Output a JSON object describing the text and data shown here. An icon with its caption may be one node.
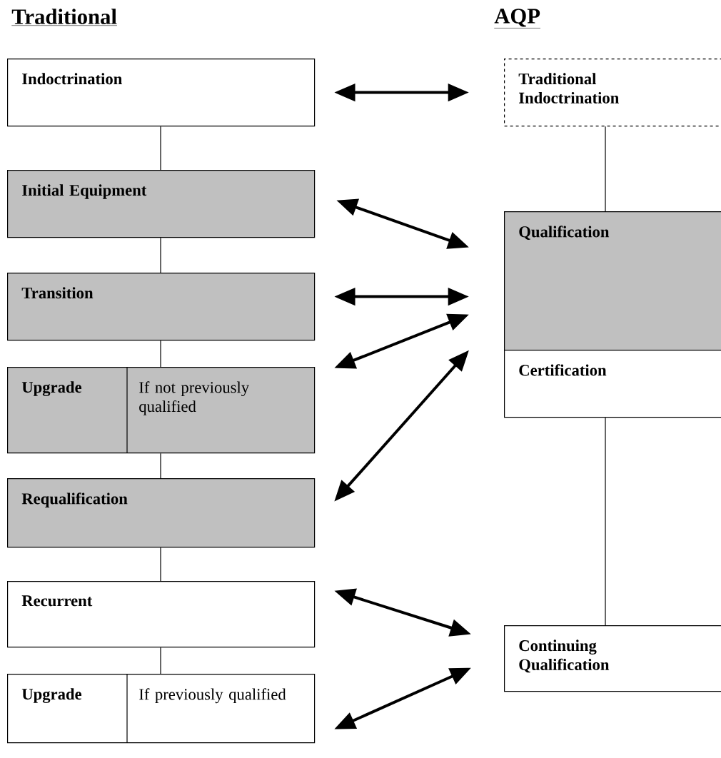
{
  "diagram": {
    "nodes": [
      {
        "text": [
          "Indoctrination"
        ]
      },
      {
        "text": [
          "Initial Equipment"
        ]
      },
      {
        "text": [
          "Transition"
        ]
      },
      {
        "text": [
          "Upgrade",
          "If not previously qualified"
        ]
      },
      {
        "text": [
          "Requalification"
        ]
      },
      {
        "text": [
          "Recurrent"
        ]
      },
      {
        "text": [
          "Upgrade",
          "If previously qualified"
        ]
      },
      {
        "text": [
          "Traditional Indoctrination"
        ]
      },
      {
        "text": [
          "Qualification"
        ]
      },
      {
        "text": [
          "Certification"
        ]
      },
      {
        "text": [
          "Continuing Qualification"
        ]
      }
    ],
    "edges": [
      {
        "from": 0,
        "to": 1,
        "arrow": "none"
      },
      {
        "from": 1,
        "to": 2,
        "arrow": "none"
      },
      {
        "from": 2,
        "to": 3,
        "arrow": "none"
      },
      {
        "from": 3,
        "to": 4,
        "arrow": "none"
      },
      {
        "from": 4,
        "to": 5,
        "arrow": "none"
      },
      {
        "from": 5,
        "to": 6,
        "arrow": "none"
      },
      {
        "from": 7,
        "to": 8,
        "arrow": "none"
      },
      {
        "from": 9,
        "to": 10,
        "arrow": "none"
      },
      {
        "from": 0,
        "to": 7,
        "arrow": "both",
        "style": "thick"
      },
      {
        "from": 1,
        "to": 8,
        "arrow": "both",
        "style": "thick"
      },
      {
        "from": 2,
        "to": 8,
        "arrow": "both",
        "style": "thick"
      },
      {
        "from": 3,
        "to": 8,
        "arrow": "both",
        "style": "thick"
      },
      {
        "from": 4,
        "to": 8,
        "arrow": "both",
        "style": "thick"
      },
      {
        "from": 5,
        "to": 10,
        "arrow": "both",
        "style": "thick"
      },
      {
        "from": 6,
        "to": 10,
        "arrow": "both",
        "style": "thick"
      }
    ],
    "labels": [
      "Traditional",
      "AQP"
    ]
  }
}
